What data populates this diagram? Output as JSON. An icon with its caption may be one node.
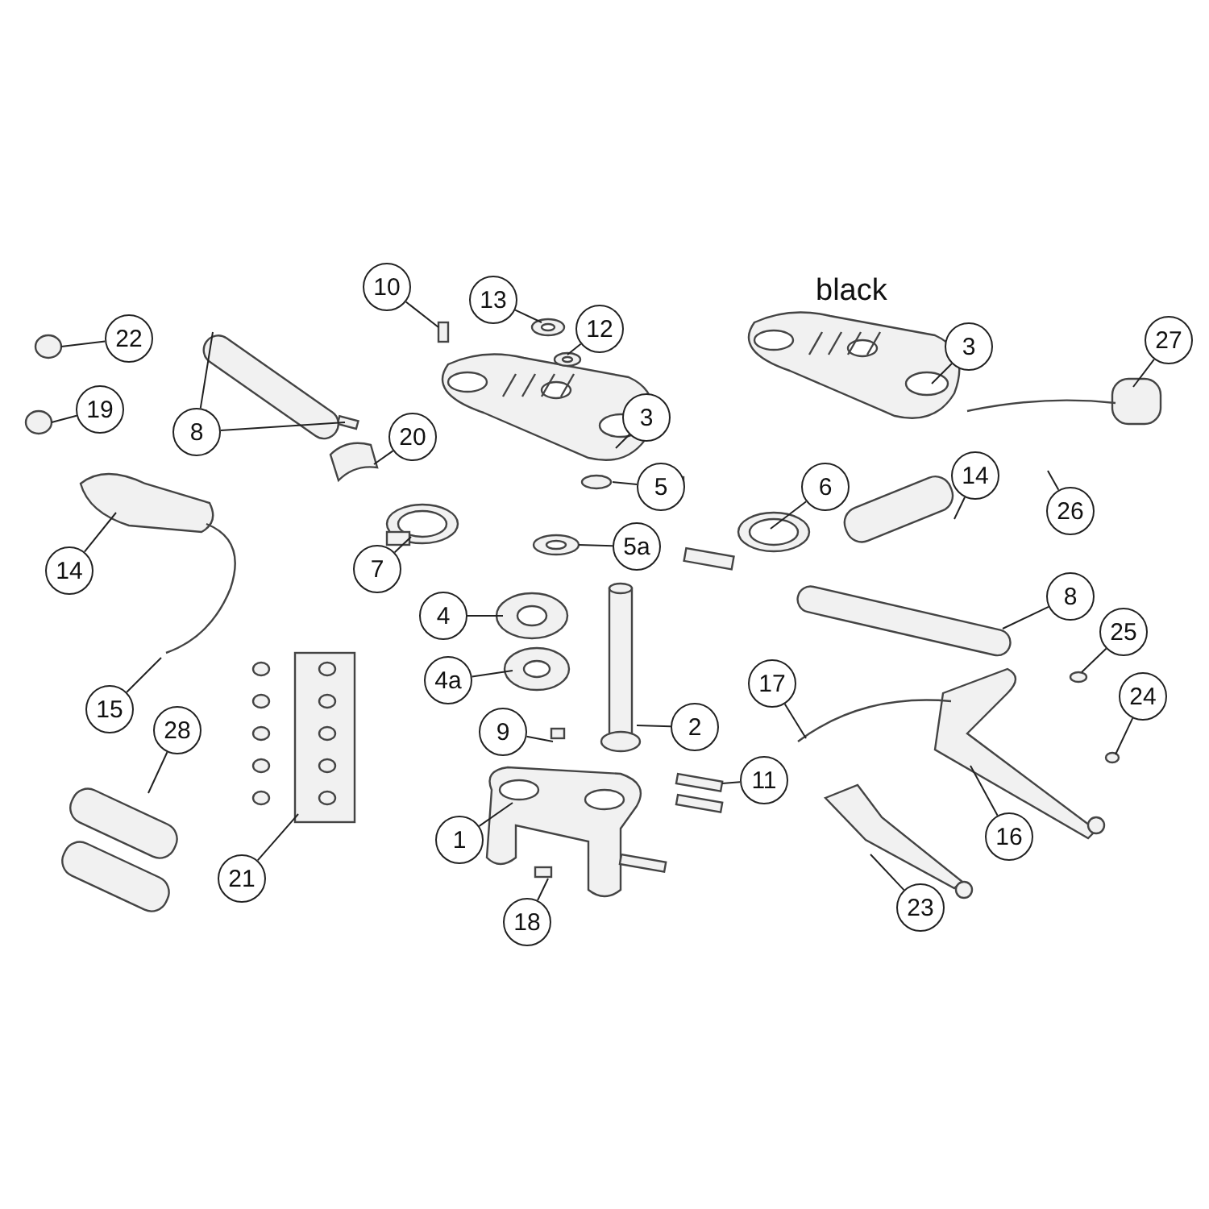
{
  "diagram": {
    "nodes": [
      {
        "text": [
          "10"
        ]
      },
      {
        "text": [
          "13"
        ]
      },
      {
        "text": [
          "12"
        ]
      },
      {
        "text": [
          "3"
        ]
      },
      {
        "text": [
          "3"
        ]
      },
      {
        "text": [
          "27"
        ]
      },
      {
        "text": [
          "22"
        ]
      },
      {
        "text": [
          "19"
        ]
      },
      {
        "text": [
          "8"
        ]
      },
      {
        "text": [
          "20"
        ]
      },
      {
        "text": [
          "5"
        ]
      },
      {
        "text": [
          "6"
        ]
      },
      {
        "text": [
          "14"
        ]
      },
      {
        "text": [
          "26"
        ]
      },
      {
        "text": [
          "14"
        ]
      },
      {
        "text": [
          "7"
        ]
      },
      {
        "text": [
          "5a"
        ]
      },
      {
        "text": [
          "4"
        ]
      },
      {
        "text": [
          "4a"
        ]
      },
      {
        "text": [
          "8"
        ]
      },
      {
        "text": [
          "25"
        ]
      },
      {
        "text": [
          "24"
        ]
      },
      {
        "text": [
          "17"
        ]
      },
      {
        "text": [
          "15"
        ]
      },
      {
        "text": [
          "28"
        ]
      },
      {
        "text": [
          "9"
        ]
      },
      {
        "text": [
          "2"
        ]
      },
      {
        "text": [
          "11"
        ]
      },
      {
        "text": [
          "1"
        ]
      },
      {
        "text": [
          "21"
        ]
      },
      {
        "text": [
          "16"
        ]
      },
      {
        "text": [
          "23"
        ]
      },
      {
        "text": [
          "18"
        ]
      }
    ],
    "edges": [
      {
        "from": 0,
        "to": null,
        "arrow": "none"
      },
      {
        "from": 1,
        "to": null,
        "arrow": "none"
      },
      {
        "from": 2,
        "to": null,
        "arrow": "none"
      },
      {
        "from": 3,
        "to": null,
        "arrow": "none"
      },
      {
        "from": 4,
        "to": null,
        "arrow": "none"
      },
      {
        "from": 5,
        "to": null,
        "arrow": "none"
      },
      {
        "from": 6,
        "to": null,
        "arrow": "none"
      },
      {
        "from": 7,
        "to": null,
        "arrow": "none"
      },
      {
        "from": 8,
        "to": null,
        "arrow": "none"
      },
      {
        "from": 8,
        "to": null,
        "arrow": "none"
      },
      {
        "from": 9,
        "to": null,
        "arrow": "none"
      },
      {
        "from": 10,
        "to": null,
        "arrow": "none"
      },
      {
        "from": 11,
        "to": null,
        "arrow": "none"
      },
      {
        "from": 12,
        "to": null,
        "arrow": "none"
      },
      {
        "from": 13,
        "to": null,
        "arrow": "none"
      },
      {
        "from": 14,
        "to": null,
        "arrow": "none"
      },
      {
        "from": 15,
        "to": null,
        "arrow": "none"
      },
      {
        "from": 16,
        "to": null,
        "arrow": "none"
      },
      {
        "from": 17,
        "to": null,
        "arrow": "none"
      },
      {
        "from": 18,
        "to": null,
        "arrow": "none"
      },
      {
        "from": 19,
        "to": null,
        "arrow": "none"
      },
      {
        "from": 20,
        "to": null,
        "arrow": "none"
      },
      {
        "from": 21,
        "to": null,
        "arrow": "none"
      },
      {
        "from": 22,
        "to": null,
        "arrow": "none"
      },
      {
        "from": 23,
        "to": null,
        "arrow": "none"
      },
      {
        "from": 24,
        "to": null,
        "arrow": "none"
      },
      {
        "from": 25,
        "to": null,
        "arrow": "none"
      },
      {
        "from": 26,
        "to": null,
        "arrow": "none"
      },
      {
        "from": 27,
        "to": null,
        "arrow": "none"
      },
      {
        "from": 28,
        "to": null,
        "arrow": "none"
      },
      {
        "from": 29,
        "to": null,
        "arrow": "none"
      },
      {
        "from": 30,
        "to": null,
        "arrow": "none"
      },
      {
        "from": 31,
        "to": null,
        "arrow": "none"
      },
      {
        "from": 32,
        "to": null,
        "arrow": "none"
      }
    ],
    "labels": [
      "black"
    ]
  }
}
